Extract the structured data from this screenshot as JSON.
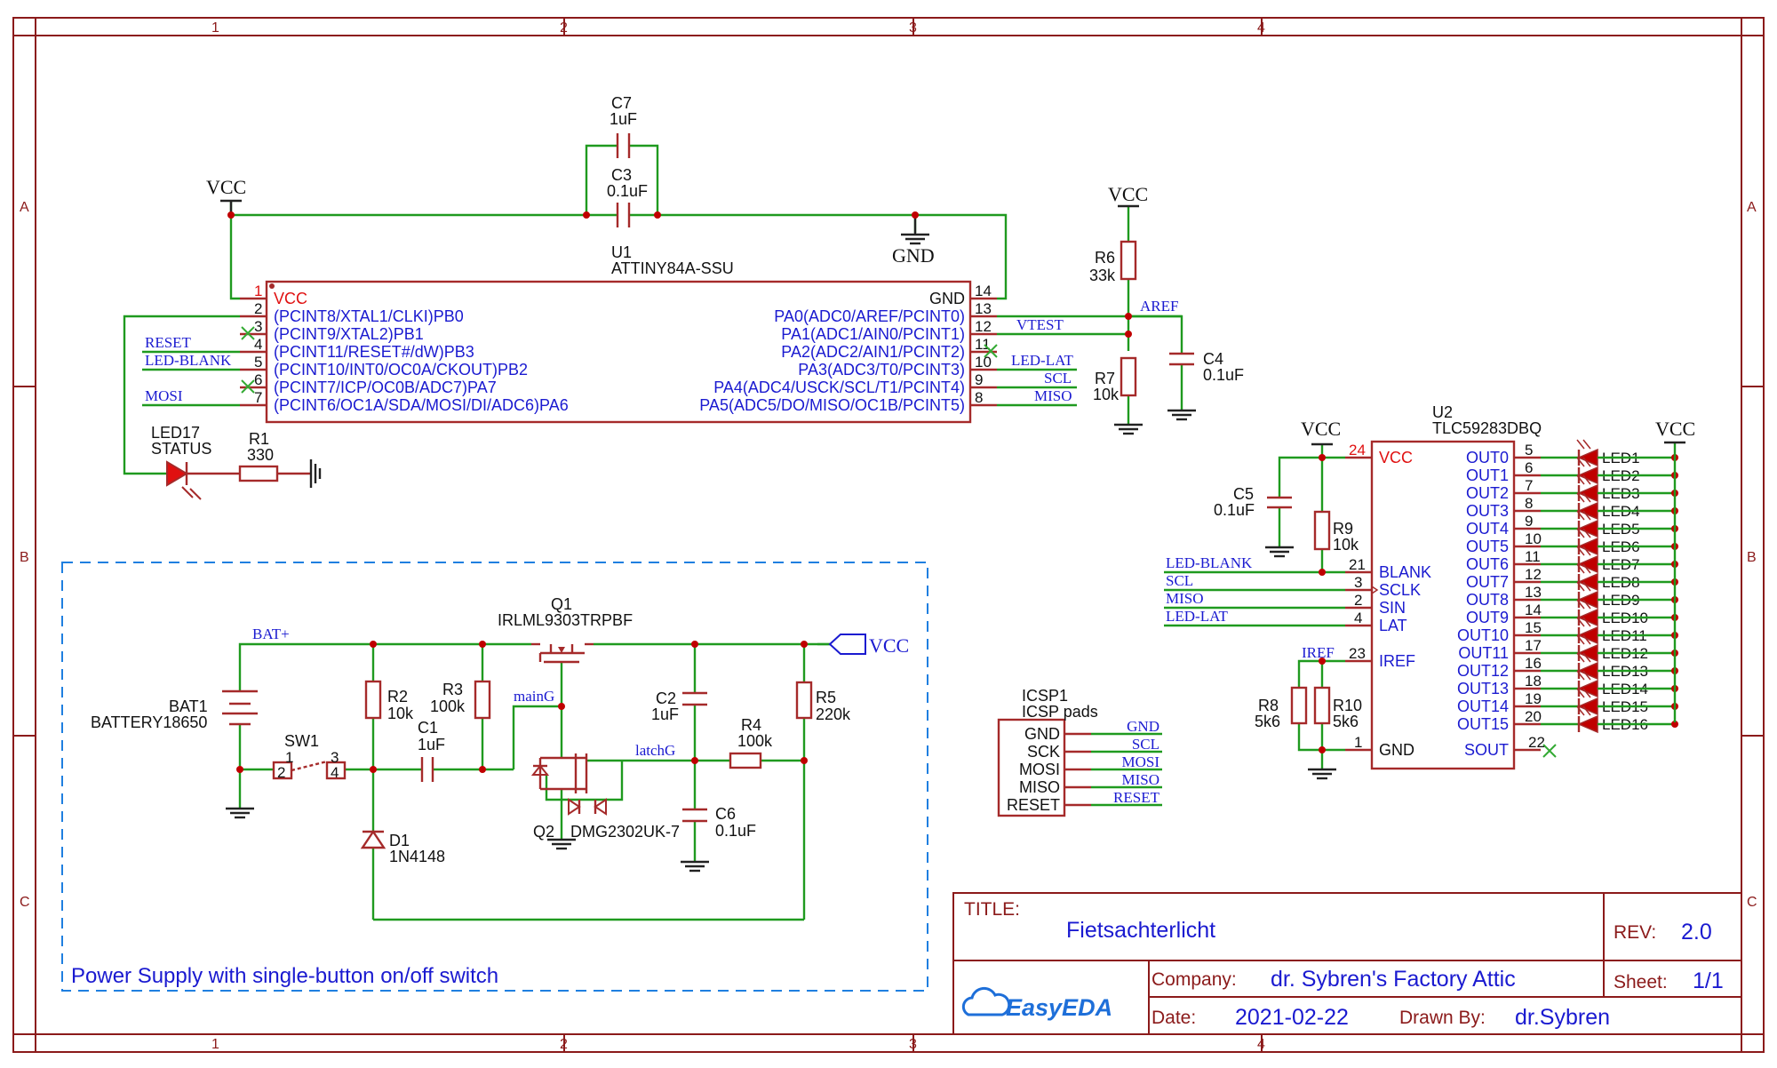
{
  "frame": {
    "columns": [
      "1",
      "2",
      "3",
      "4"
    ],
    "rows": [
      "A",
      "B",
      "C"
    ]
  },
  "power": {
    "vcc": "VCC",
    "gnd": "GND"
  },
  "u1": {
    "ref": "U1",
    "value": "ATTINY84A-SSU",
    "left_pins": [
      {
        "num": "1",
        "name": "VCC"
      },
      {
        "num": "2",
        "name": "(PCINT8/XTAL1/CLKI)PB0"
      },
      {
        "num": "3",
        "name": "(PCINT9/XTAL2)PB1"
      },
      {
        "num": "4",
        "name": "(PCINT11/RESET#/dW)PB3"
      },
      {
        "num": "5",
        "name": "(PCINT10/INT0/OC0A/CKOUT)PB2"
      },
      {
        "num": "6",
        "name": "(PCINT7/ICP/OC0B/ADC7)PA7"
      },
      {
        "num": "7",
        "name": "(PCINT6/OC1A/SDA/MOSI/DI/ADC6)PA6"
      }
    ],
    "right_pins": [
      {
        "num": "14",
        "name": "GND"
      },
      {
        "num": "13",
        "name": "PA0(ADC0/AREF/PCINT0)"
      },
      {
        "num": "12",
        "name": "PA1(ADC1/AIN0/PCINT1)"
      },
      {
        "num": "11",
        "name": "PA2(ADC2/AIN1/PCINT2)"
      },
      {
        "num": "10",
        "name": "PA3(ADC3/T0/PCINT3)"
      },
      {
        "num": "9",
        "name": "PA4(ADC4/USCK/SCL/T1/PCINT4)"
      },
      {
        "num": "8",
        "name": "PA5(ADC5/DO/MISO/OC1B/PCINT5)"
      }
    ]
  },
  "u2": {
    "ref": "U2",
    "value": "TLC59283DBQ",
    "left_pins": [
      {
        "num": "24",
        "name": "VCC"
      },
      {
        "num": "21",
        "name": "BLANK"
      },
      {
        "num": "3",
        "name": "SCLK"
      },
      {
        "num": "2",
        "name": "SIN"
      },
      {
        "num": "4",
        "name": "LAT"
      },
      {
        "num": "23",
        "name": "IREF"
      },
      {
        "num": "1",
        "name": "GND"
      }
    ],
    "outputs": [
      {
        "num": "5",
        "name": "OUT0",
        "led": "LED1"
      },
      {
        "num": "6",
        "name": "OUT1",
        "led": "LED2"
      },
      {
        "num": "7",
        "name": "OUT2",
        "led": "LED3"
      },
      {
        "num": "8",
        "name": "OUT3",
        "led": "LED4"
      },
      {
        "num": "9",
        "name": "OUT4",
        "led": "LED5"
      },
      {
        "num": "10",
        "name": "OUT5",
        "led": "LED6"
      },
      {
        "num": "11",
        "name": "OUT6",
        "led": "LED7"
      },
      {
        "num": "12",
        "name": "OUT7",
        "led": "LED8"
      },
      {
        "num": "13",
        "name": "OUT8",
        "led": "LED9"
      },
      {
        "num": "14",
        "name": "OUT9",
        "led": "LED10"
      },
      {
        "num": "15",
        "name": "OUT10",
        "led": "LED11"
      },
      {
        "num": "17",
        "name": "OUT11",
        "led": "LED12"
      },
      {
        "num": "16",
        "name": "OUT12",
        "led": "LED13"
      },
      {
        "num": "18",
        "name": "OUT13",
        "led": "LED14"
      },
      {
        "num": "19",
        "name": "OUT14",
        "led": "LED15"
      },
      {
        "num": "20",
        "name": "OUT15",
        "led": "LED16"
      }
    ],
    "sout": {
      "num": "22",
      "name": "SOUT"
    }
  },
  "nets": {
    "reset": "RESET",
    "led_blank": "LED-BLANK",
    "mosi": "MOSI",
    "vtest": "VTEST",
    "led_lat": "LED-LAT",
    "scl": "SCL",
    "miso": "MISO",
    "aref": "AREF",
    "iref": "IREF",
    "bat_plus": "BAT+",
    "main_g": "mainG",
    "latch_g": "latchG"
  },
  "parts": {
    "c7": {
      "ref": "C7",
      "value": "1uF"
    },
    "c3": {
      "ref": "C3",
      "value": "0.1uF"
    },
    "r6": {
      "ref": "R6",
      "value": "33k"
    },
    "r7": {
      "ref": "R7",
      "value": "10k"
    },
    "c4": {
      "ref": "C4",
      "value": "0.1uF"
    },
    "led17": {
      "ref": "LED17",
      "value": "STATUS"
    },
    "r1": {
      "ref": "R1",
      "value": "330"
    },
    "c5": {
      "ref": "C5",
      "value": "0.1uF"
    },
    "r9": {
      "ref": "R9",
      "value": "10k"
    },
    "r8": {
      "ref": "R8",
      "value": "5k6"
    },
    "r10": {
      "ref": "R10",
      "value": "5k6"
    },
    "q1": {
      "ref": "Q1",
      "value": "IRLML9303TRPBF"
    },
    "bat1": {
      "ref": "BAT1",
      "value": "BATTERY18650"
    },
    "sw1": {
      "ref": "SW1",
      "pins": [
        "1",
        "2",
        "3",
        "4"
      ]
    },
    "r2": {
      "ref": "R2",
      "value": "10k"
    },
    "r3": {
      "ref": "R3",
      "value": "100k"
    },
    "c1": {
      "ref": "C1",
      "value": "1uF"
    },
    "c2": {
      "ref": "C2",
      "value": "1uF"
    },
    "r4": {
      "ref": "R4",
      "value": "100k"
    },
    "r5": {
      "ref": "R5",
      "value": "220k"
    },
    "c6": {
      "ref": "C6",
      "value": "0.1uF"
    },
    "d1": {
      "ref": "D1",
      "value": "1N4148"
    },
    "q2": {
      "ref": "Q2",
      "value": "DMG2302UK-7"
    }
  },
  "icsp": {
    "ref": "ICSP1",
    "value": "ICSP pads",
    "pads": [
      "GND",
      "SCK",
      "MOSI",
      "MISO",
      "RESET"
    ],
    "nets": [
      "GND",
      "SCL",
      "MOSI",
      "MISO",
      "RESET"
    ]
  },
  "power_block_caption": "Power Supply with single-button on/off switch",
  "title_block": {
    "title_label": "TITLE:",
    "title": "Fietsachterlicht",
    "rev_label": "REV:",
    "rev": "2.0",
    "company_label": "Company:",
    "company": "dr. Sybren's Factory Attic",
    "sheet_label": "Sheet:",
    "sheet": "1/1",
    "date_label": "Date:",
    "date": "2021-02-22",
    "drawn_label": "Drawn By:",
    "drawn_by": "dr.Sybren",
    "logo": "EasyEDA",
    "logo_color": "#1e6fd9"
  }
}
